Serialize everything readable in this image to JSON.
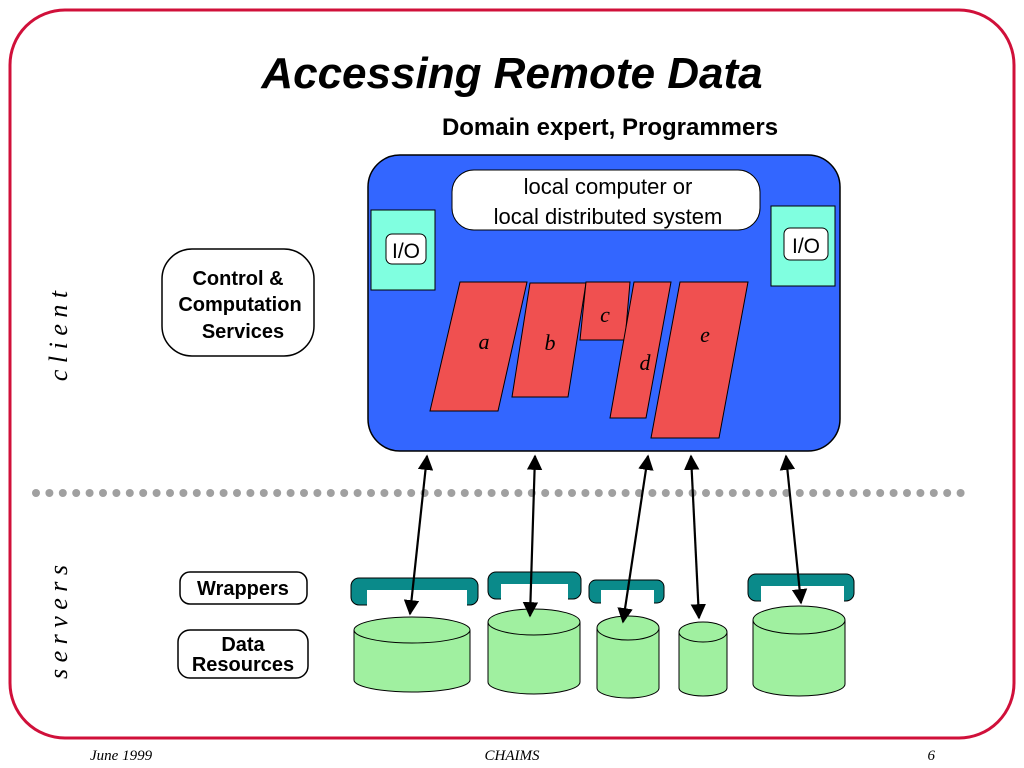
{
  "slide": {
    "title": "Accessing Remote Data",
    "subtitle": "Domain expert, Programmers",
    "footer": {
      "left": "June 1999",
      "center": "CHAIMS",
      "right": "6"
    }
  },
  "client": {
    "side_label": "c l i e n t",
    "local_system_line1": "local computer or",
    "local_system_line2": "local distributed system",
    "io_left": "I/O",
    "io_right": "I/O",
    "services_line1": "Control &",
    "services_line2": "Computation",
    "services_line3": "Services",
    "modules": [
      "a",
      "b",
      "c",
      "d",
      "e"
    ]
  },
  "servers": {
    "side_label": "s e r v e r s",
    "wrappers_label": "Wrappers",
    "resources_line1": "Data",
    "resources_line2": "Resources"
  },
  "colors": {
    "frame": "#d0103a",
    "client_box": "#3366ff",
    "module": "#f05050",
    "io_box": "#80ffe0",
    "wrapper": "#0a8a8a",
    "database": "#a0f0a0",
    "divider": "#a0a0a0"
  }
}
